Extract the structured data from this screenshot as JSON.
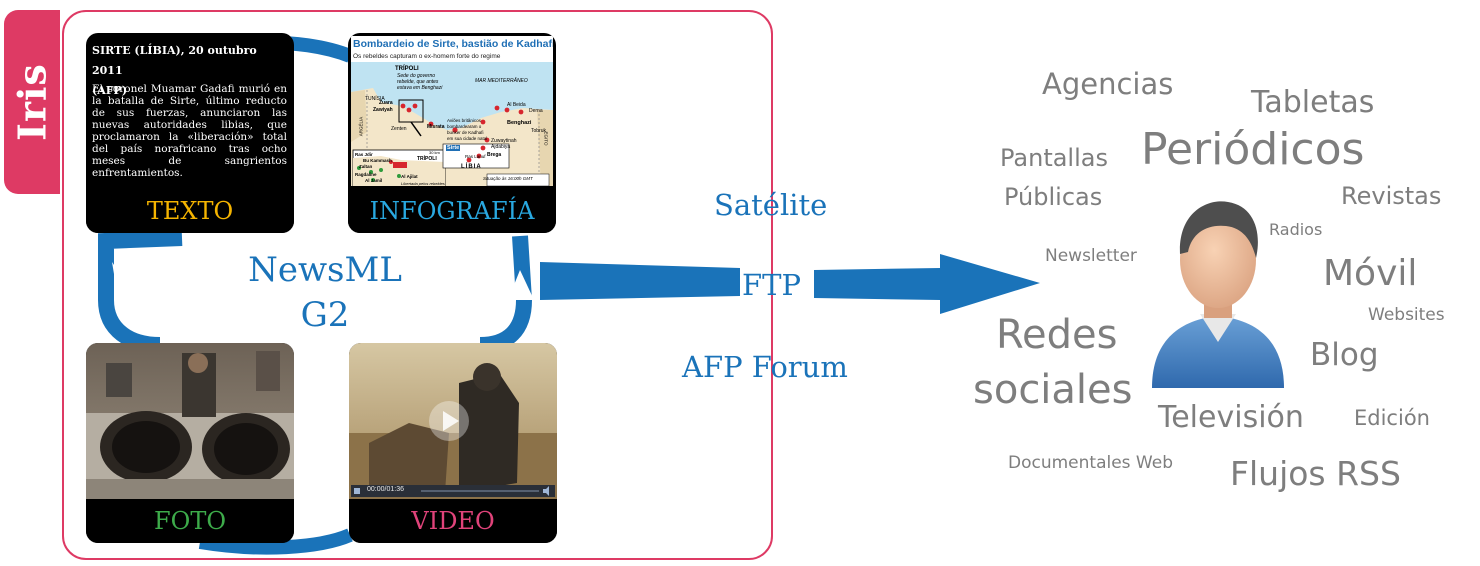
{
  "iris_label": "Iris",
  "text_card": {
    "caption": "TEXTO",
    "caption_color": "#f5b400",
    "dateline": "SIRTE (LÍBIA), 20 outubro 2011",
    "source": "(AFP)",
    "body": "El coronel Muamar Gadafi murió en la batalla de Sirte, último reducto de sus fuerzas, anunciaron las nuevas autoridades libias, que proclamaron la «liberación» total del país norafricano tras ocho meses de sangrientos enfrentamientos."
  },
  "info_card": {
    "caption": "INFOGRAFÍA",
    "caption_color": "#29a8e0",
    "title": "Bombardeio de Sirte, bastião de Kadhafi",
    "subtitle": "Os rebeldes capturam o ex-homem forte do regime",
    "map_labels": {
      "tripoli": "TRÍPOLI",
      "note1": "Sede do governo",
      "note2": "rebelde, que antes",
      "note3": "estava em Benghazi",
      "sea": "MAR MEDITERRÂNEO",
      "tunisia": "TUNÍSIA",
      "algeria": "ARGÉLIA",
      "egypt": "EGITO",
      "misrata": "Misrata",
      "zuara": "Zuara",
      "zawiyah": "Zawiyah",
      "zenten": "Zenten",
      "sirte": "Sirte",
      "benghazi": "Benghazi",
      "albeida": "Al Beida",
      "derna": "Derna",
      "tobruk": "Tobruk",
      "zueitina": "Zuwaytinah",
      "ajdabiya": "Ajdabiya",
      "brega": "Brega",
      "raslanuf": "Ras Lanuf",
      "libia": "LÍBIA",
      "note4": "Aviões britânicos",
      "note5": "bombardearam o",
      "note6": "bunker de Kadhafi",
      "note7": "em sua cidade natal",
      "rasjdir": "Ras Jdir",
      "bukammash": "Bu Kammash",
      "zaltan": "Zaltan",
      "ragdaline": "Ragdaline",
      "aljamil": "Al Jamil",
      "alajilat": "Al Ajilat",
      "tripoli2": "TRÍPOLI",
      "scale": "30 km",
      "liberated": "Libertada pelos rebeldes",
      "situation": "Situação às 16:00h GMT"
    }
  },
  "foto_card": {
    "caption": "FOTO",
    "caption_color": "#3dab4a"
  },
  "video_card": {
    "caption": "VIDEO",
    "caption_color": "#e0437a",
    "time": "00:00/01:36"
  },
  "center_label": [
    "NewsML",
    "G2"
  ],
  "channels": [
    "Satélite",
    "FTP",
    "AFP Forum"
  ],
  "colors": {
    "iris_red": "#de3a64",
    "flow_blue": "#1a73b9",
    "cloud_gray": "#7e7e7e"
  },
  "word_cloud": [
    "Agencias",
    "Tabletas",
    "Pantallas",
    "Públicas",
    "Periódicos",
    "Revistas",
    "Radios",
    "Newsletter",
    "Móvil",
    "Websites",
    "Redes",
    "sociales",
    "Blog",
    "Televisión",
    "Edición",
    "Documentales Web",
    "Flujos RSS"
  ],
  "icons": [
    "user-avatar-icon",
    "play-icon",
    "volume-icon"
  ]
}
